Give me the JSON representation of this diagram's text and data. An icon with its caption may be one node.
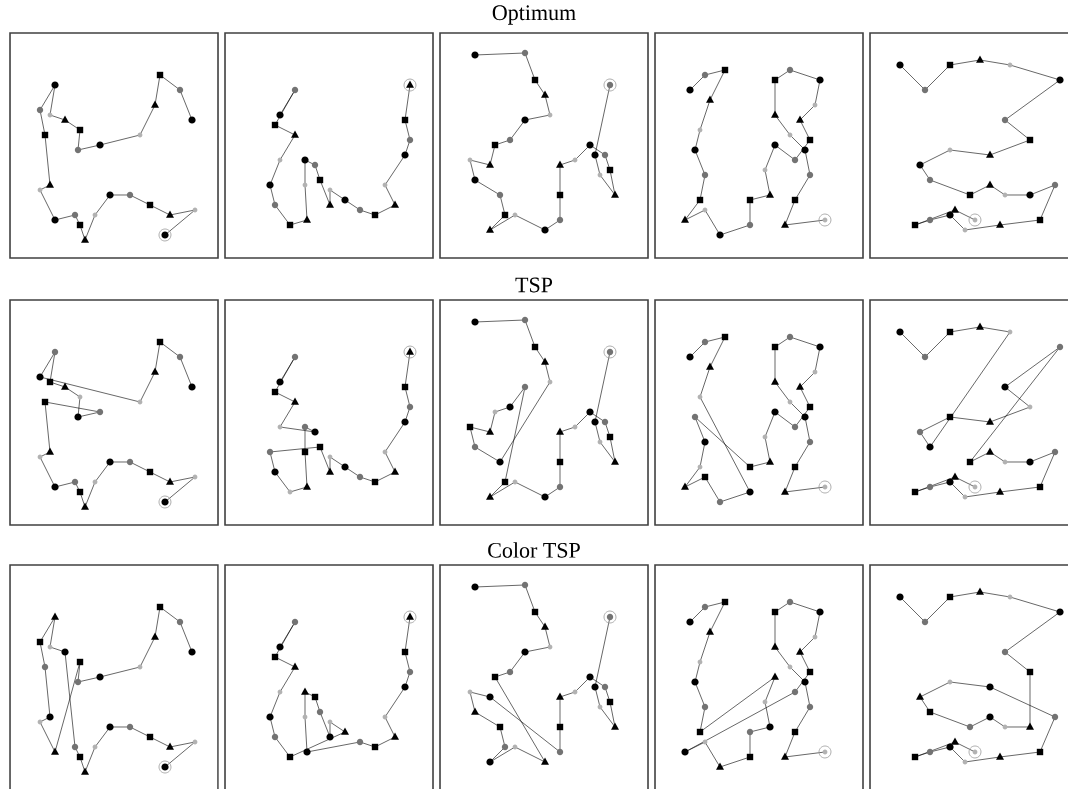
{
  "diagram": {
    "labels": [
      "Optimum",
      "TSP",
      "Color TSP"
    ]
  }
}
